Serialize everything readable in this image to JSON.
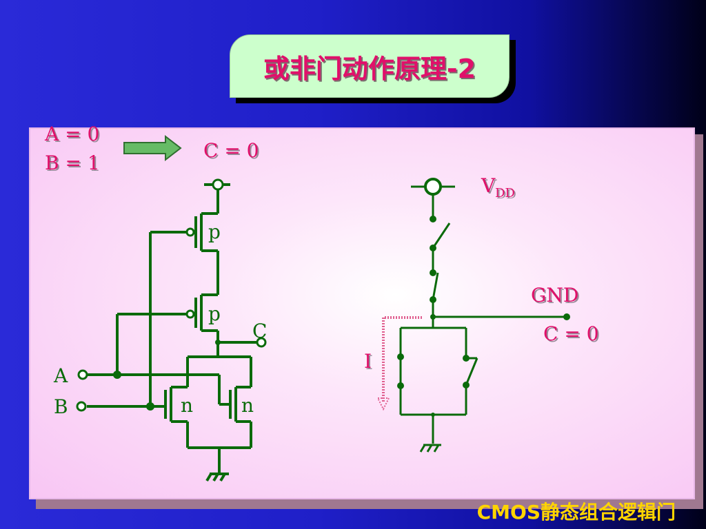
{
  "title": "或非门动作原理-2",
  "inputs": {
    "a_state": "A = 0",
    "b_state": "B = 1"
  },
  "output_top": "C = 0",
  "schematic": {
    "pmos_top_label": "p",
    "pmos_bottom_label": "p",
    "nmos_left_label": "n",
    "nmos_right_label": "n",
    "input_a": "A",
    "input_b": "B",
    "output": "C"
  },
  "switch_model": {
    "vdd_main": "V",
    "vdd_sub": "DD",
    "gnd": "GND",
    "output": "C = 0",
    "current": "I"
  },
  "footer": "CMOS静态组合逻辑门",
  "colors": {
    "wire": "#0a6a0a",
    "label": "#e0106a",
    "arrow": "#66bb66",
    "current_path": "#e06090"
  }
}
